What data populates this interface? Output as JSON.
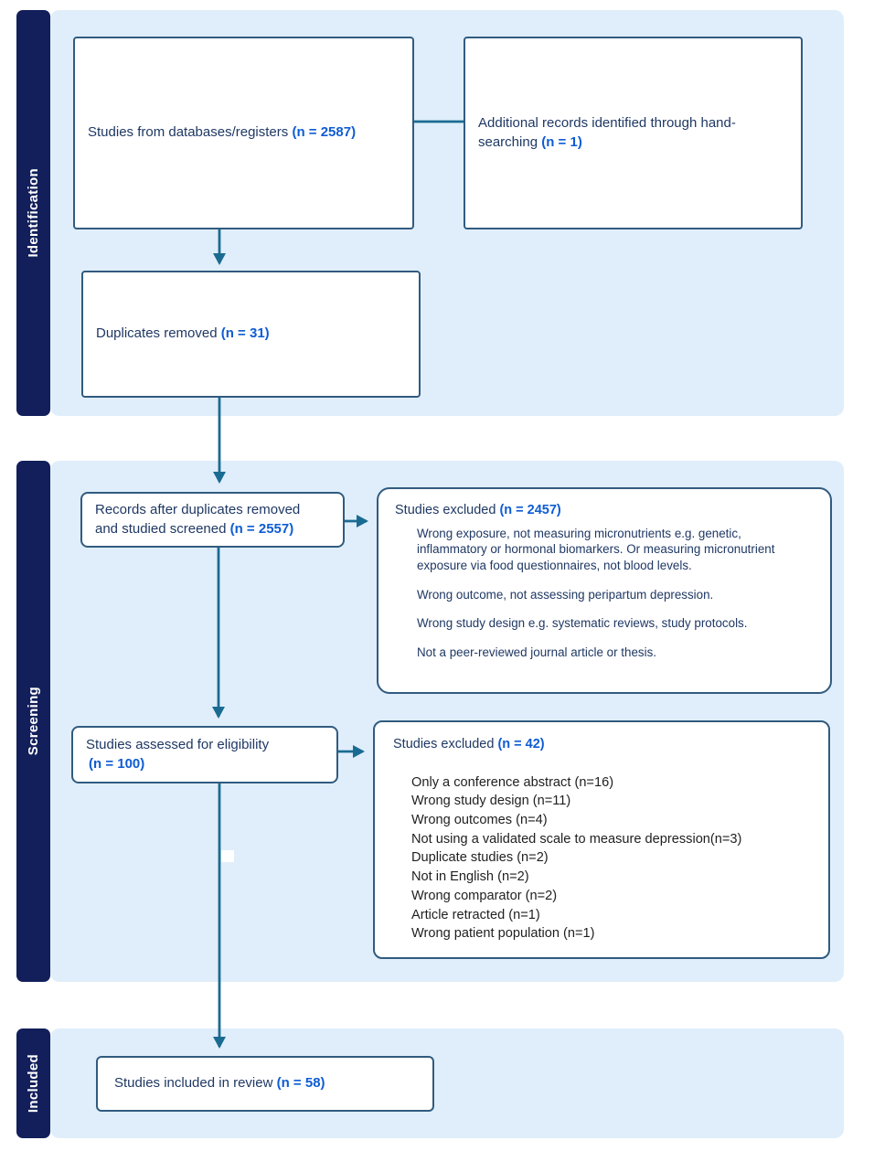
{
  "title": "PRISMA study selection flow diagram",
  "colors": {
    "sidebar_navy": "#121f5b",
    "panel_blue": "#e0eefb",
    "box_border": "#315b7f",
    "arrow_teal": "#1a6b91",
    "text_navy": "#1f3864",
    "count_blue": "#0e5cd4",
    "list_black": "#1f1f1f"
  },
  "sections": [
    {
      "label": "Identification"
    },
    {
      "label": "Screening"
    },
    {
      "label": "Included"
    }
  ],
  "boxes": {
    "databases": {
      "text": "Studies from databases/registers",
      "count": "(n = 2587)"
    },
    "handsearch": {
      "text": "Additional records identified through hand-searching",
      "count": "(n = 1)"
    },
    "duplicates": {
      "text": "Duplicates removed",
      "count": "(n = 31)"
    },
    "screened": {
      "text": "Records after duplicates removed and studied screened",
      "count": "(n = 2557)"
    },
    "excluded_screening": {
      "title": "Studies excluded",
      "count": "(n = 2457)",
      "paragraphs": [
        "Wrong exposure, not measuring micronutrients e.g. genetic, inflammatory or hormonal biomarkers. Or measuring micronutrient exposure via food questionnaires, not blood levels.",
        "Wrong outcome, not assessing peripartum depression.",
        "Wrong study design e.g. systematic reviews, study protocols.",
        "Not a peer-reviewed journal article or thesis."
      ]
    },
    "eligibility": {
      "text": "Studies assessed for eligibility",
      "count": "(n = 100)"
    },
    "excluded_eligibility": {
      "title": "Studies excluded",
      "count": "(n = 42)",
      "items": [
        "Only a conference abstract (n=16)",
        "Wrong study design (n=11)",
        "Wrong outcomes (n=4)",
        "Not using a validated scale to measure depression(n=3)",
        "Duplicate studies (n=2)",
        "Not in English (n=2)",
        "Wrong comparator (n=2)",
        "Article retracted (n=1)",
        "Wrong patient population (n=1)"
      ]
    },
    "included": {
      "text": "Studies included in review",
      "count": "(n = 58)"
    }
  }
}
